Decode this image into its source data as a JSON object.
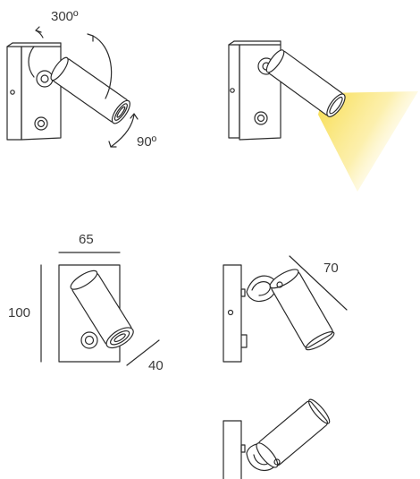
{
  "rotation": {
    "horizontal": "300º",
    "vertical": "90º"
  },
  "dimensions": {
    "width": "65",
    "height": "100",
    "depth": "40",
    "length": "70"
  },
  "colors": {
    "line": "#2b2b2b",
    "beam": "#f7dc4a"
  }
}
